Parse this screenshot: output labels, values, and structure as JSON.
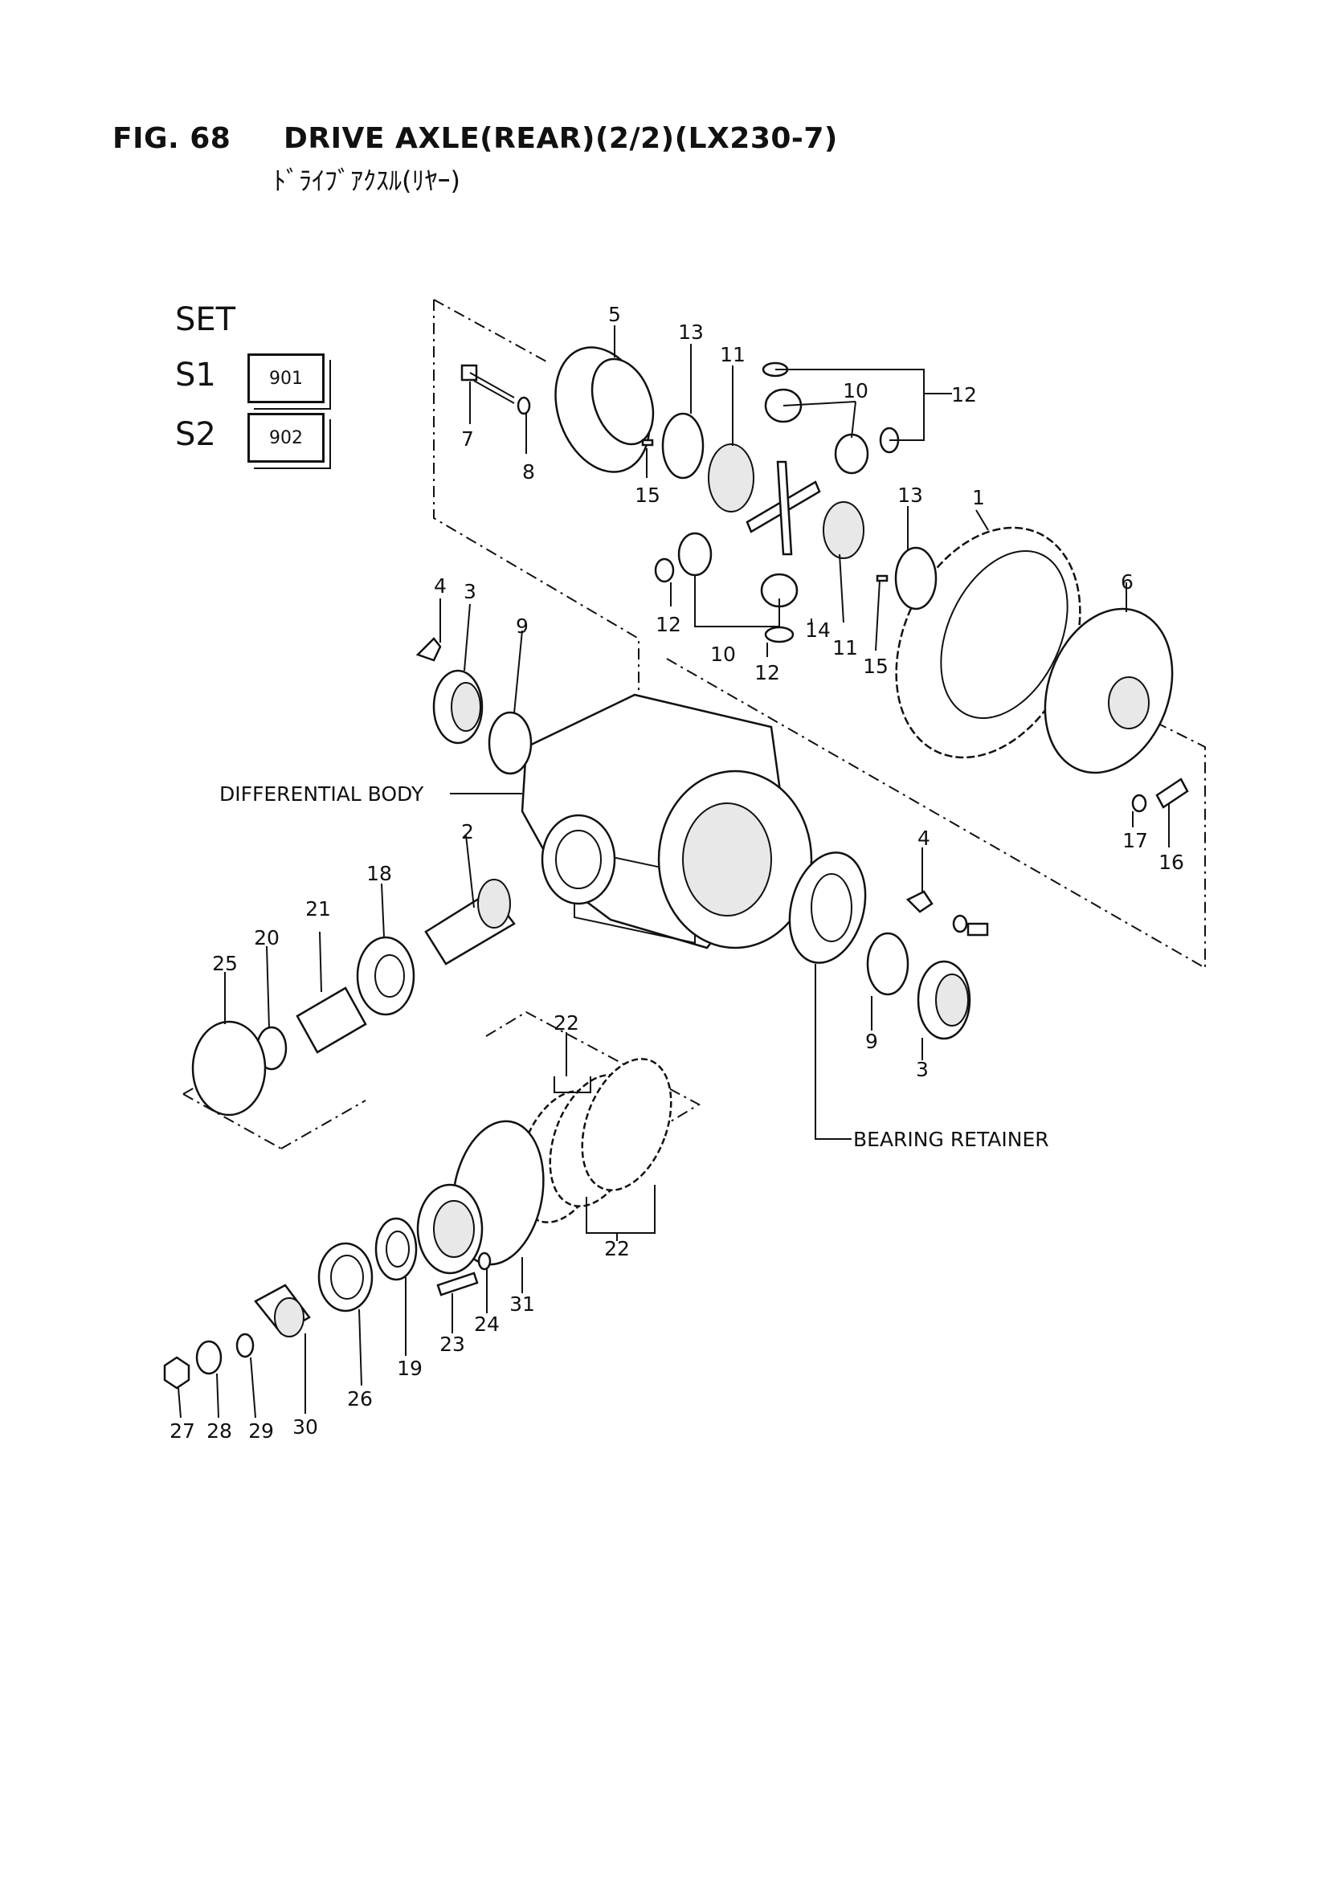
{
  "header": {
    "fig_number": "FIG. 68",
    "title": "DRIVE AXLE(REAR)(2/2)(LX230-7)",
    "subtitle_jp": "ﾄﾞﾗｲﾌﾞｱｸｽﾙ(ﾘﾔｰ)"
  },
  "sets": {
    "heading": "SET",
    "items": [
      {
        "label": "S1",
        "code": "901"
      },
      {
        "label": "S2",
        "code": "902"
      }
    ]
  },
  "annotations": {
    "differential_body": "DIFFERENTIAL BODY",
    "bearing_retainer": "BEARING RETAINER"
  },
  "callouts": {
    "c1": "1",
    "c2": "2",
    "c3a": "3",
    "c3b": "3",
    "c4a": "4",
    "c4b": "4",
    "c5": "5",
    "c6": "6",
    "c7": "7",
    "c8": "8",
    "c9a": "9",
    "c9b": "9",
    "c10a": "10",
    "c10b": "10",
    "c11a": "11",
    "c11b": "11",
    "c12a": "12",
    "c12b": "12",
    "c12c": "12",
    "c13a": "13",
    "c13b": "13",
    "c14": "14",
    "c15a": "15",
    "c15b": "15",
    "c16": "16",
    "c17": "17",
    "c18": "18",
    "c19": "19",
    "c20": "20",
    "c21": "21",
    "c22a": "22",
    "c22b": "22",
    "c23": "23",
    "c24": "24",
    "c25": "25",
    "c26": "26",
    "c27": "27",
    "c28": "28",
    "c29": "29",
    "c30": "30",
    "c31": "31"
  }
}
